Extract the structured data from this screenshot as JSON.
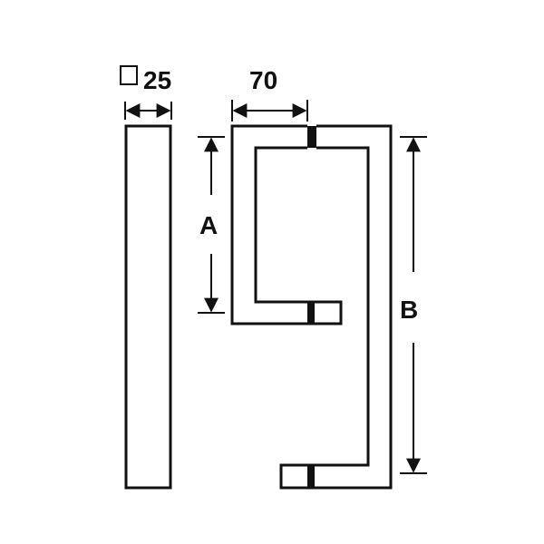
{
  "labels": {
    "section_size": "25",
    "depth": "70",
    "dim_a": "A",
    "dim_b": "B"
  },
  "symbols": {
    "square_section": "square-section-symbol"
  },
  "colors": {
    "stroke": "#111111",
    "background": "#ffffff"
  }
}
